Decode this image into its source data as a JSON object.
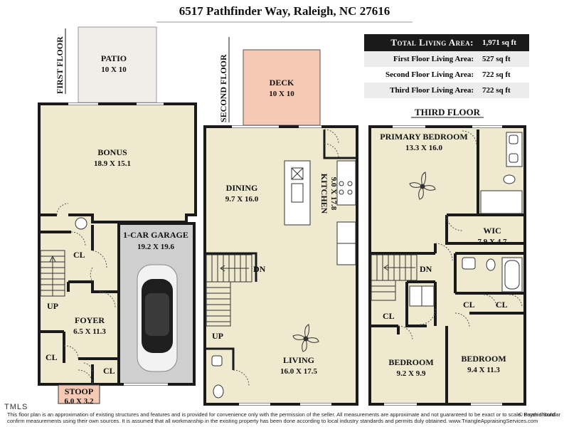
{
  "title": "6517 Pathfinder Way, Raleigh, NC 27616",
  "areas": {
    "total_label": "Total Living Area:",
    "total_value": "1,971 sq ft",
    "first_label": "First Floor Living Area:",
    "first_value": "527 sq ft",
    "second_label": "Second Floor Living Area:",
    "second_value": "722 sq ft",
    "third_label": "Third Floor Living Area:",
    "third_value": "722 sq ft"
  },
  "floors": {
    "first": "FIRST FLOOR",
    "second": "SECOND FLOOR",
    "third": "THIRD FLOOR"
  },
  "rooms": {
    "patio": {
      "name": "PATIO",
      "dim": "10 X 10"
    },
    "bonus": {
      "name": "BONUS",
      "dim": "18.9 X 15.1"
    },
    "garage": {
      "name": "1-CAR GARAGE",
      "dim": "19.2 X 19.6"
    },
    "foyer": {
      "name": "FOYER",
      "dim": "6.5 X 11.3"
    },
    "stoop": {
      "name": "STOOP",
      "dim": "6.0 X 3.2"
    },
    "deck": {
      "name": "DECK",
      "dim": "10 X 10"
    },
    "dining": {
      "name": "DINING",
      "dim": "9.7 X 16.0"
    },
    "kitchen": {
      "name": "KITCHEN",
      "dim": "9.0 X 17.8"
    },
    "living": {
      "name": "LIVING",
      "dim": "16.0 X 17.5"
    },
    "primary": {
      "name": "PRIMARY BEDROOM",
      "dim": "13.3 X 16.0"
    },
    "wic": {
      "name": "WIC",
      "dim": "7.9 X 4.7"
    },
    "bedroom_left": {
      "name": "BEDROOM",
      "dim": "9.2 X 9.9"
    },
    "bedroom_right": {
      "name": "BEDROOM",
      "dim": "9.4 X 11.3"
    }
  },
  "labels": {
    "cl": "CL",
    "up": "UP",
    "dn": "DN"
  },
  "footer": {
    "disclaimer": "This floor plan is an approximation of existing structures and features and is provided for convenience only with the permission of the seller.  All measurements are approximate and not guaranteed to be exact or to scale.  Buyer should confirm measurements using their own sources.  It is assumed that all workmanship in the existing property has been done according to local industry standards and permits duly obtained.   www.TriangleAppraisingServices.com",
    "credit": "© Farshid Bondar",
    "mls": "TMLS"
  },
  "colors": {
    "floor_fill": "#efe9cf",
    "patio_fill": "#f1eeea",
    "deck_fill": "#f6c9b4",
    "garage_fill": "#cfcfcf",
    "wall": "#1a1a1a"
  }
}
